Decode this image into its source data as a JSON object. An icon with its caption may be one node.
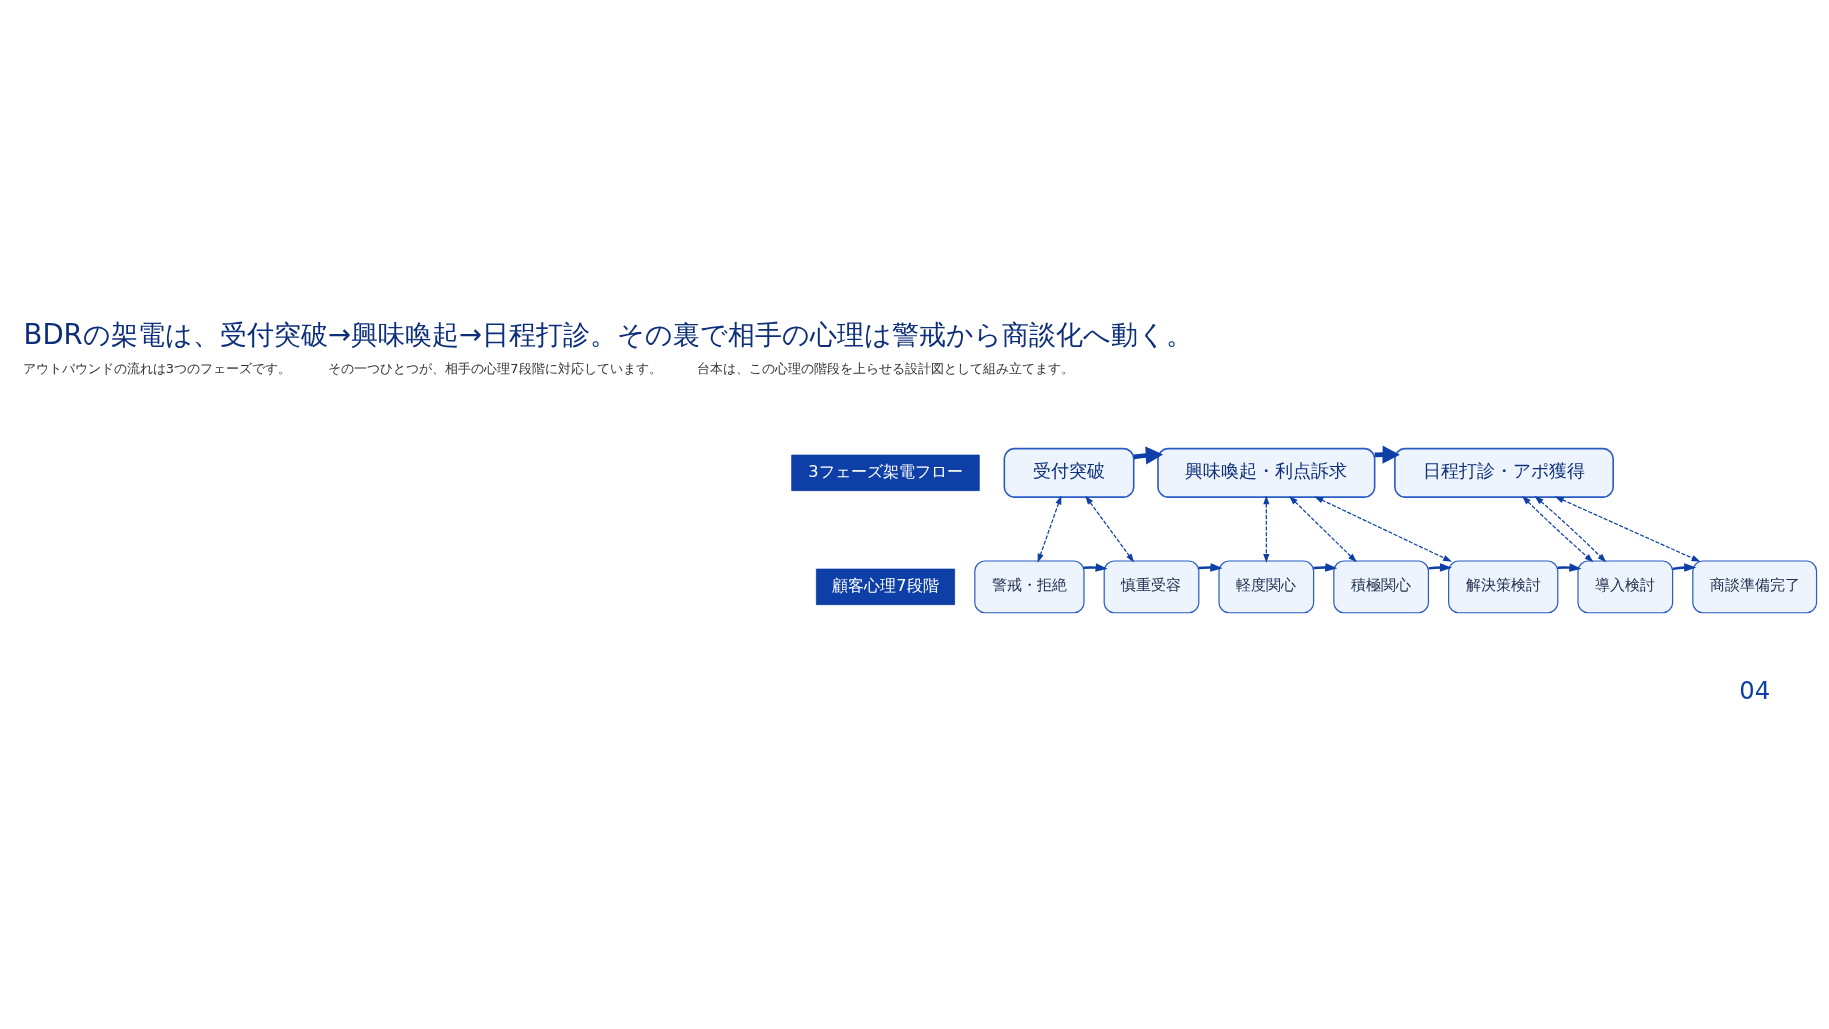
{
  "diagram": {
    "title": "BDRの架電は、受付突破→興味喚起→日程打診。その裏で相手の心理は警戒から商談化へ動く。",
    "nodes": [
      {
        "text": [
          "3フェーズ架電フロー"
        ]
      },
      {
        "text": [
          "受付突破"
        ]
      },
      {
        "text": [
          "興味喚起・利点訴求"
        ]
      },
      {
        "text": [
          "日程打診・アポ獲得"
        ]
      },
      {
        "text": [
          "顧客心理7段階"
        ]
      },
      {
        "text": [
          "警戒・拒絶"
        ]
      },
      {
        "text": [
          "慎重受容"
        ]
      },
      {
        "text": [
          "軽度関心"
        ]
      },
      {
        "text": [
          "積極関心"
        ]
      },
      {
        "text": [
          "解決策検討"
        ]
      },
      {
        "text": [
          "導入検討"
        ]
      },
      {
        "text": [
          "商談準備完了"
        ]
      }
    ],
    "edges": [
      {
        "from": 1,
        "to": 2,
        "arrow": "to",
        "style": "thick"
      },
      {
        "from": 2,
        "to": 3,
        "arrow": "to",
        "style": "thick"
      },
      {
        "from": 1,
        "to": 5,
        "arrow": "both",
        "style": "dashed"
      },
      {
        "from": 1,
        "to": 6,
        "arrow": "both",
        "style": "dashed"
      },
      {
        "from": 2,
        "to": 7,
        "arrow": "both",
        "style": "dashed"
      },
      {
        "from": 2,
        "to": 8,
        "arrow": "both",
        "style": "dashed"
      },
      {
        "from": 2,
        "to": 9,
        "arrow": "both",
        "style": "dashed"
      },
      {
        "from": 3,
        "to": 10,
        "arrow": "both",
        "style": "dashed"
      },
      {
        "from": 3,
        "to": 10,
        "arrow": "both",
        "style": "dashed"
      },
      {
        "from": 3,
        "to": 11,
        "arrow": "both",
        "style": "dashed"
      },
      {
        "from": 5,
        "to": 6,
        "arrow": "to"
      },
      {
        "from": 6,
        "to": 7,
        "arrow": "to"
      },
      {
        "from": 7,
        "to": 8,
        "arrow": "to"
      },
      {
        "from": 8,
        "to": 9,
        "arrow": "to"
      },
      {
        "from": 9,
        "to": 10,
        "arrow": "to"
      },
      {
        "from": 10,
        "to": 11,
        "arrow": "to"
      }
    ],
    "labels": [
      "アウトバウンドの流れは3つのフェーズです。",
      "その一つひとつが、相手の心理7段階に対応しています。",
      "台本は、この心理の階段を上らせる設計図として組み立てます。",
      "04"
    ]
  }
}
